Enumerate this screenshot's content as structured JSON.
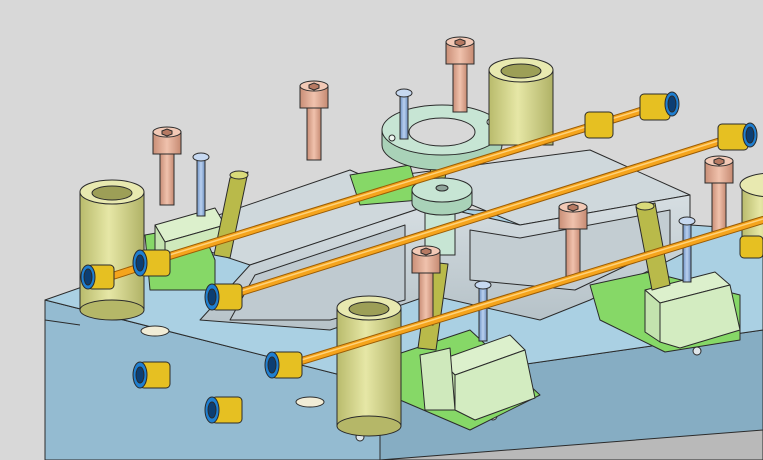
{
  "viewport": {
    "background": "#d8d8d8"
  },
  "colors": {
    "base_top": "#a9cde0",
    "base_front": "#8fb6cc",
    "base_bottom": "#b9b9b9",
    "cavity": "#c9d2d6",
    "cavity_dark": "#b0bcc2",
    "green_plate": "#86d867",
    "slider": "#d6eec4",
    "mint": "#c7e5d4",
    "bushing": "#d5d68e",
    "bolt": "#e6b39a",
    "pin": "#8fb2de",
    "angle_pin": "#b9ba4a",
    "pipe": "#f5a41c",
    "fitting": "#e6c022",
    "fitting_blue": "#1f7fd1",
    "edge": "#2b2b2b"
  },
  "components": {
    "bolts": 6,
    "guide_bushings": 4,
    "cooling_lines": 4,
    "sliders": 3
  }
}
